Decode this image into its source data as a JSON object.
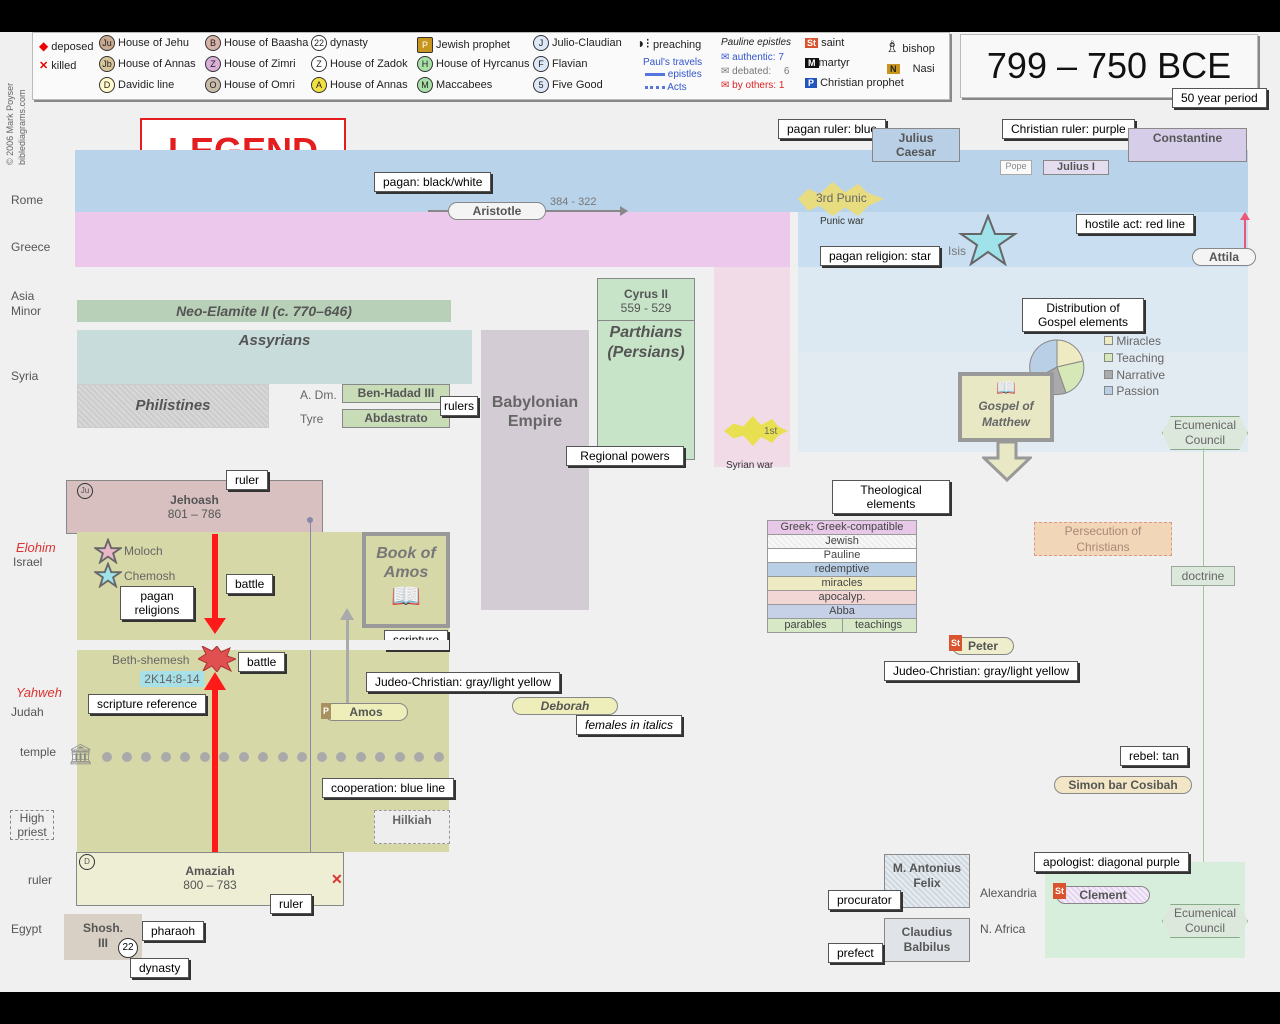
{
  "credit": {
    "line1": "© 2006 Mark Poyser",
    "line2": "biblediagrams.com"
  },
  "period": {
    "title": "799 – 750 BCE",
    "note": "50 year period"
  },
  "legend_bar": {
    "deposed": "deposed",
    "killed": "killed",
    "houses": [
      {
        "badge": "Ju",
        "label": "House of Jehu"
      },
      {
        "badge": "Jb",
        "label": "House of Annas"
      },
      {
        "badge": "D",
        "label": "Davidic line"
      },
      {
        "badge": "B",
        "label": "House of Baasha"
      },
      {
        "badge": "Z",
        "label": "House of Zimri"
      },
      {
        "badge": "O",
        "label": "House of Omri"
      },
      {
        "badge": "22",
        "label": "dynasty"
      },
      {
        "badge": "Z",
        "label": "House of Zadok"
      },
      {
        "badge": "A",
        "label": "House of Annas"
      },
      {
        "badge": "P",
        "label": "Jewish prophet"
      },
      {
        "badge": "H",
        "label": "House of Hyrcanus"
      },
      {
        "badge": "M",
        "label": "Maccabees"
      },
      {
        "badge": "J",
        "label": "Julio-Claudian"
      },
      {
        "badge": "F",
        "label": "Flavian"
      },
      {
        "badge": "5",
        "label": "Five Good"
      }
    ],
    "preaching": "preaching",
    "pauls_travels": "Paul's travels",
    "epistles": "epistles",
    "acts": "Acts",
    "pauline_epistles": "Pauline epistles",
    "authentic": "authentic: 7",
    "debated": "debated:",
    "debated_n": "6",
    "by_others": "by others: 1",
    "saint": "saint",
    "martyr": "martyr",
    "christian_prophet": "Christian prophet",
    "bishop": "bishop",
    "nasi": "Nasi",
    "badge_st": "St",
    "badge_m": "M",
    "badge_p": "P",
    "badge_n": "N"
  },
  "legend_title": "LEGEND",
  "rows": {
    "rome": "Rome",
    "greece": "Greece",
    "asia1": "Asia",
    "asia2": "Minor",
    "syria": "Syria",
    "elohim": "Elohim",
    "israel": "Israel",
    "yahweh": "Yahweh",
    "judah": "Judah",
    "temple": "temple",
    "high_priest1": "High",
    "high_priest2": "priest",
    "ruler": "ruler",
    "egypt": "Egypt"
  },
  "callouts": {
    "pagan_ruler": "pagan ruler: blue",
    "christian_ruler": "Christian ruler: purple",
    "pagan_bw": "pagan: black/white",
    "hostile": "hostile act: red line",
    "pagan_religion": "pagan religion: star",
    "distribution": "Distribution of Gospel elements",
    "rulers": "rulers",
    "regional": "Regional powers",
    "ruler_top": "ruler",
    "battle1": "battle",
    "pagan_religions": "pagan religions",
    "battle2": "battle",
    "scripture": "scripture",
    "theological": "Theological elements",
    "judeo1": "Judeo-Christian: gray/light yellow",
    "judeo2": "Judeo-Christian: gray/light yellow",
    "scripture_ref": "scripture reference",
    "females": "females in italics",
    "rebel": "rebel: tan",
    "cooperation": "cooperation: blue line",
    "apologist": "apologist: diagonal purple",
    "ruler_bottom": "ruler",
    "procurator": "procurator",
    "pharaoh": "pharaoh",
    "prefect": "prefect",
    "dynasty": "dynasty"
  },
  "items": {
    "julius_caesar": "Julius Caesar",
    "constantine": "Constantine",
    "pope": "Pope",
    "julius_i": "Julius I",
    "aristotle": "Aristotle",
    "aristotle_dates": "384 - 322",
    "punic3": "3rd Punic",
    "punic_war": "Punic war",
    "isis": "Isis",
    "attila": "Attila",
    "neo_elamite": "Neo-Elamite II (c. 770–646)",
    "assyrians": "Assyrians",
    "philistines": "Philistines",
    "adm": "A. Dm.",
    "ben_hadad": "Ben-Hadad III",
    "tyre": "Tyre",
    "abdastrato": "Abdastrato",
    "babylonian": "Babylonian Empire",
    "cyrus": "Cyrus II",
    "cyrus_dates": "559 - 529",
    "parthians": "Parthians (Persians)",
    "syrian1": "1st",
    "syrian_war": "Syrian war",
    "gospel_matthew": "Gospel of Matthew",
    "ecumenical1": "Ecumenical Council",
    "ecumenical2": "Ecumenical Council",
    "jehoash": "Jehoash",
    "jehoash_dates": "801 – 786",
    "moloch": "Moloch",
    "chemosh": "Chemosh",
    "book_of_amos": "Book of Amos",
    "beth_shemesh": "Beth-shemesh",
    "ref_2k": "2K14:8-14",
    "amos": "Amos",
    "deborah": "Deborah",
    "persecution": "Persecution of Christians",
    "doctrine": "doctrine",
    "peter": "Peter",
    "hilkiah": "Hilkiah",
    "simon": "Simon bar Cosibah",
    "amaziah": "Amaziah",
    "amaziah_dates": "800 – 783",
    "antonius": "M. Antonius Felix",
    "claudius": "Claudius Balbilus",
    "alexandria": "Alexandria",
    "n_africa": "N. Africa",
    "clement": "Clement",
    "shosh": "Shosh. III",
    "shosh_dyn": "22"
  },
  "pie_legend": [
    "Miracles",
    "Teaching",
    "Narrative",
    "Passion"
  ],
  "theo_table": [
    "Greek; Greek-compatible",
    "Jewish",
    "Pauline",
    "redemptive",
    "miracles",
    "apocalyp.",
    "Abba"
  ],
  "theo_last": [
    "parables",
    "teachings"
  ],
  "colors": {
    "pagan_ruler": "#b8cfe6",
    "christian_ruler": "#d6cde8",
    "judeo": "#d7d8a8",
    "rome_band": "#b9d3ea",
    "greece_band": "#ecc9ec",
    "killed": "#d33",
    "battle": "#ff1a1a",
    "legend_red": "#e41e1e"
  }
}
